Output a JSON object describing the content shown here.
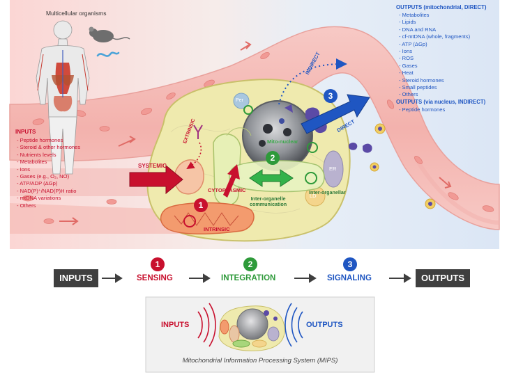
{
  "organisms": {
    "title": "Multicellular organisms"
  },
  "inputs_panel": {
    "title": "INPUTS",
    "items": [
      "- Peptide hormones",
      "- Steroid & other hormones",
      "- Nutrients levels",
      "- Metabolites",
      "- Ions",
      "- Gases (e.g., O₂, NO)",
      "- ATP/ADP (ΔGp)",
      "- NAD(P)⁺/NAD(P)H ratio",
      "- mtDNA variations",
      "- Others"
    ]
  },
  "outputs_direct": {
    "title": "OUTPUTS (mitochondrial, DIRECT)",
    "items": [
      "- Metabolites",
      "- Lipids",
      "- DNA and RNA",
      "- cf-mtDNA (whole, fragments)",
      "- ATP (ΔGp)",
      "- Ions",
      "- ROS",
      "- Gases",
      "- Heat",
      "- Steroid hormones",
      "- Small peptides",
      "- Others"
    ]
  },
  "outputs_indirect": {
    "title": "OUTPUTS (via nucleus, INDIRECT)",
    "items": [
      "- Peptide hormones"
    ]
  },
  "cell_labels": {
    "systemic": "SYSTEMIC",
    "extrinsic": "EXTRINSIC",
    "cytoplasmic": "CYTOPLASMIC",
    "intrinsic": "INTRINSIC",
    "mito_nuclear": "Mito-nuclear",
    "inter_organelle_communication": "Inter-organelle\ncommunication",
    "inter_organellar": "Inter-organellar",
    "indirect": "INDIRECT",
    "direct": "DIRECT",
    "per": "Per",
    "er": "ER",
    "ld": "LD",
    "badge1": "1",
    "badge2": "2",
    "badge3": "3"
  },
  "flow": {
    "inputs": "INPUTS",
    "sensing_num": "1",
    "sensing": "SENSING",
    "integration_num": "2",
    "integration": "INTEGRATION",
    "signaling_num": "3",
    "signaling": "SIGNALING",
    "outputs": "OUTPUTS"
  },
  "mips": {
    "inputs": "INPUTS",
    "outputs": "OUTPUTS",
    "caption": "Mitochondrial Information Processing System (MIPS)"
  },
  "colors": {
    "red": "#c8102e",
    "green": "#2e9a3a",
    "blue": "#1f56c2",
    "dark": "#3f3f3f"
  }
}
